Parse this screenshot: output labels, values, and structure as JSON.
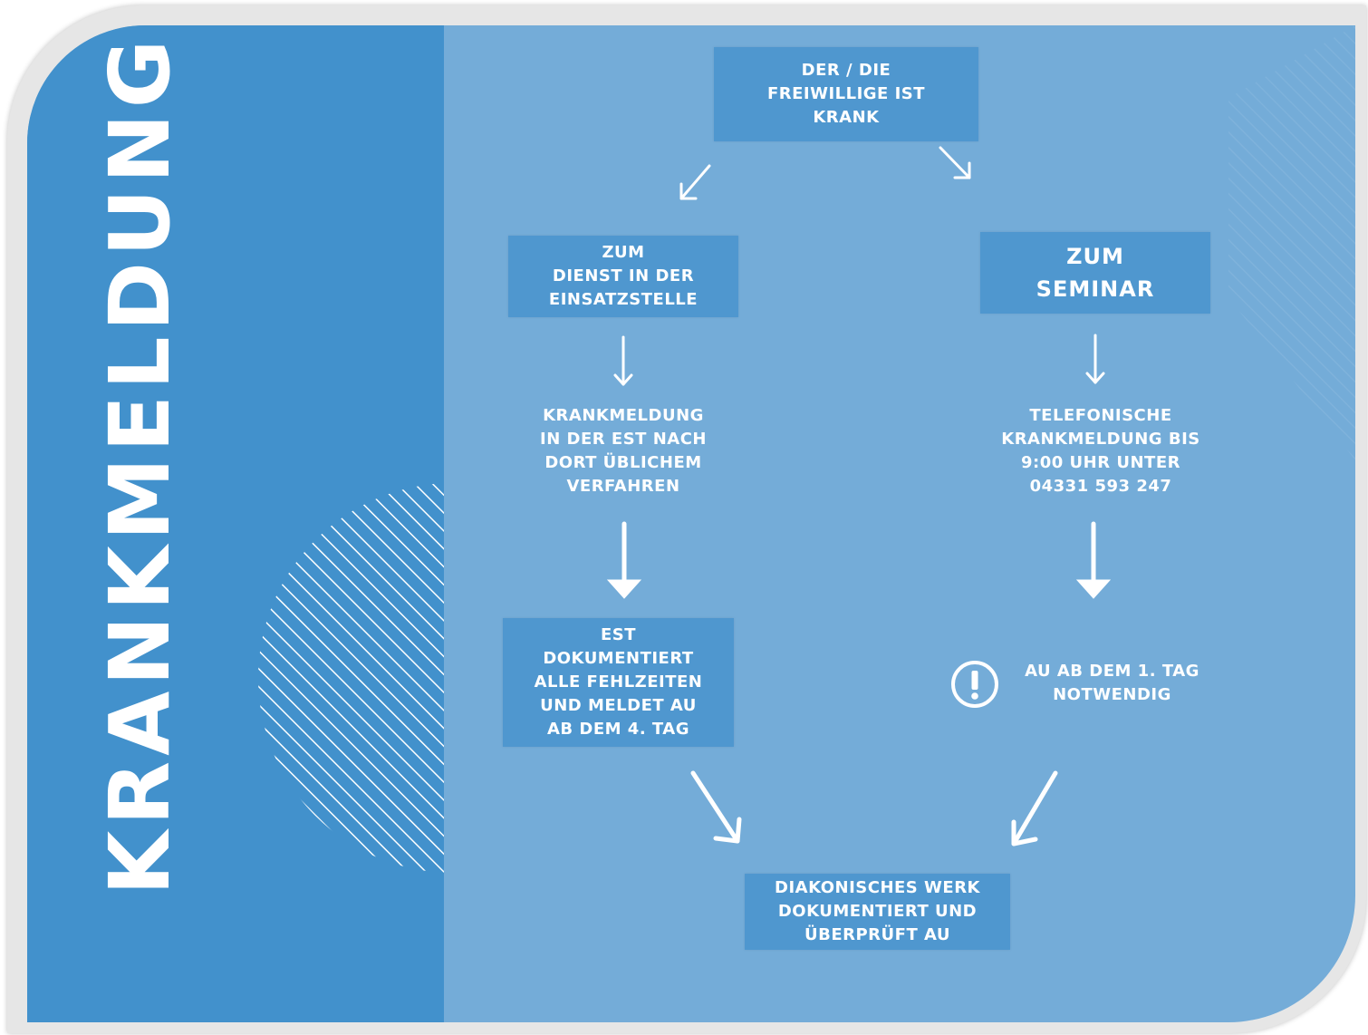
{
  "title": "KRANKMELDUNG",
  "nodes": {
    "start": "DER / DIE\nFREIWILLIGE IST\nKRANK",
    "service": "ZUM\nDIENST IN DER\nEINSATZSTELLE",
    "seminar": "ZUM\nSEMINAR",
    "service_report": "KRANKMELDUNG\nIN DER EST NACH\nDORT ÜBLICHEM\nVERFAHREN",
    "seminar_report": "TELEFONISCHE\nKRANKMELDUNG BIS\n9:00 UHR UNTER\n04331 593 247",
    "est_documents": "EST\nDOKUMENTIERT\nALLE FEHLZEITEN\nUND MELDET AU\nAB DEM 4. TAG",
    "au_notice": "AU AB DEM 1. TAG\nNOTWENDIG",
    "final": "DIAKONISCHES WERK\nDOKUMENTIERT UND\nÜBERPRÜFT AU"
  },
  "icons": {
    "warning": "exclamation-circle-icon",
    "arrow": "arrow-icon"
  },
  "colors": {
    "left_panel": "#4291cc",
    "right_panel": "#74acd8",
    "box": "#4f97cf",
    "text": "#ffffff"
  }
}
